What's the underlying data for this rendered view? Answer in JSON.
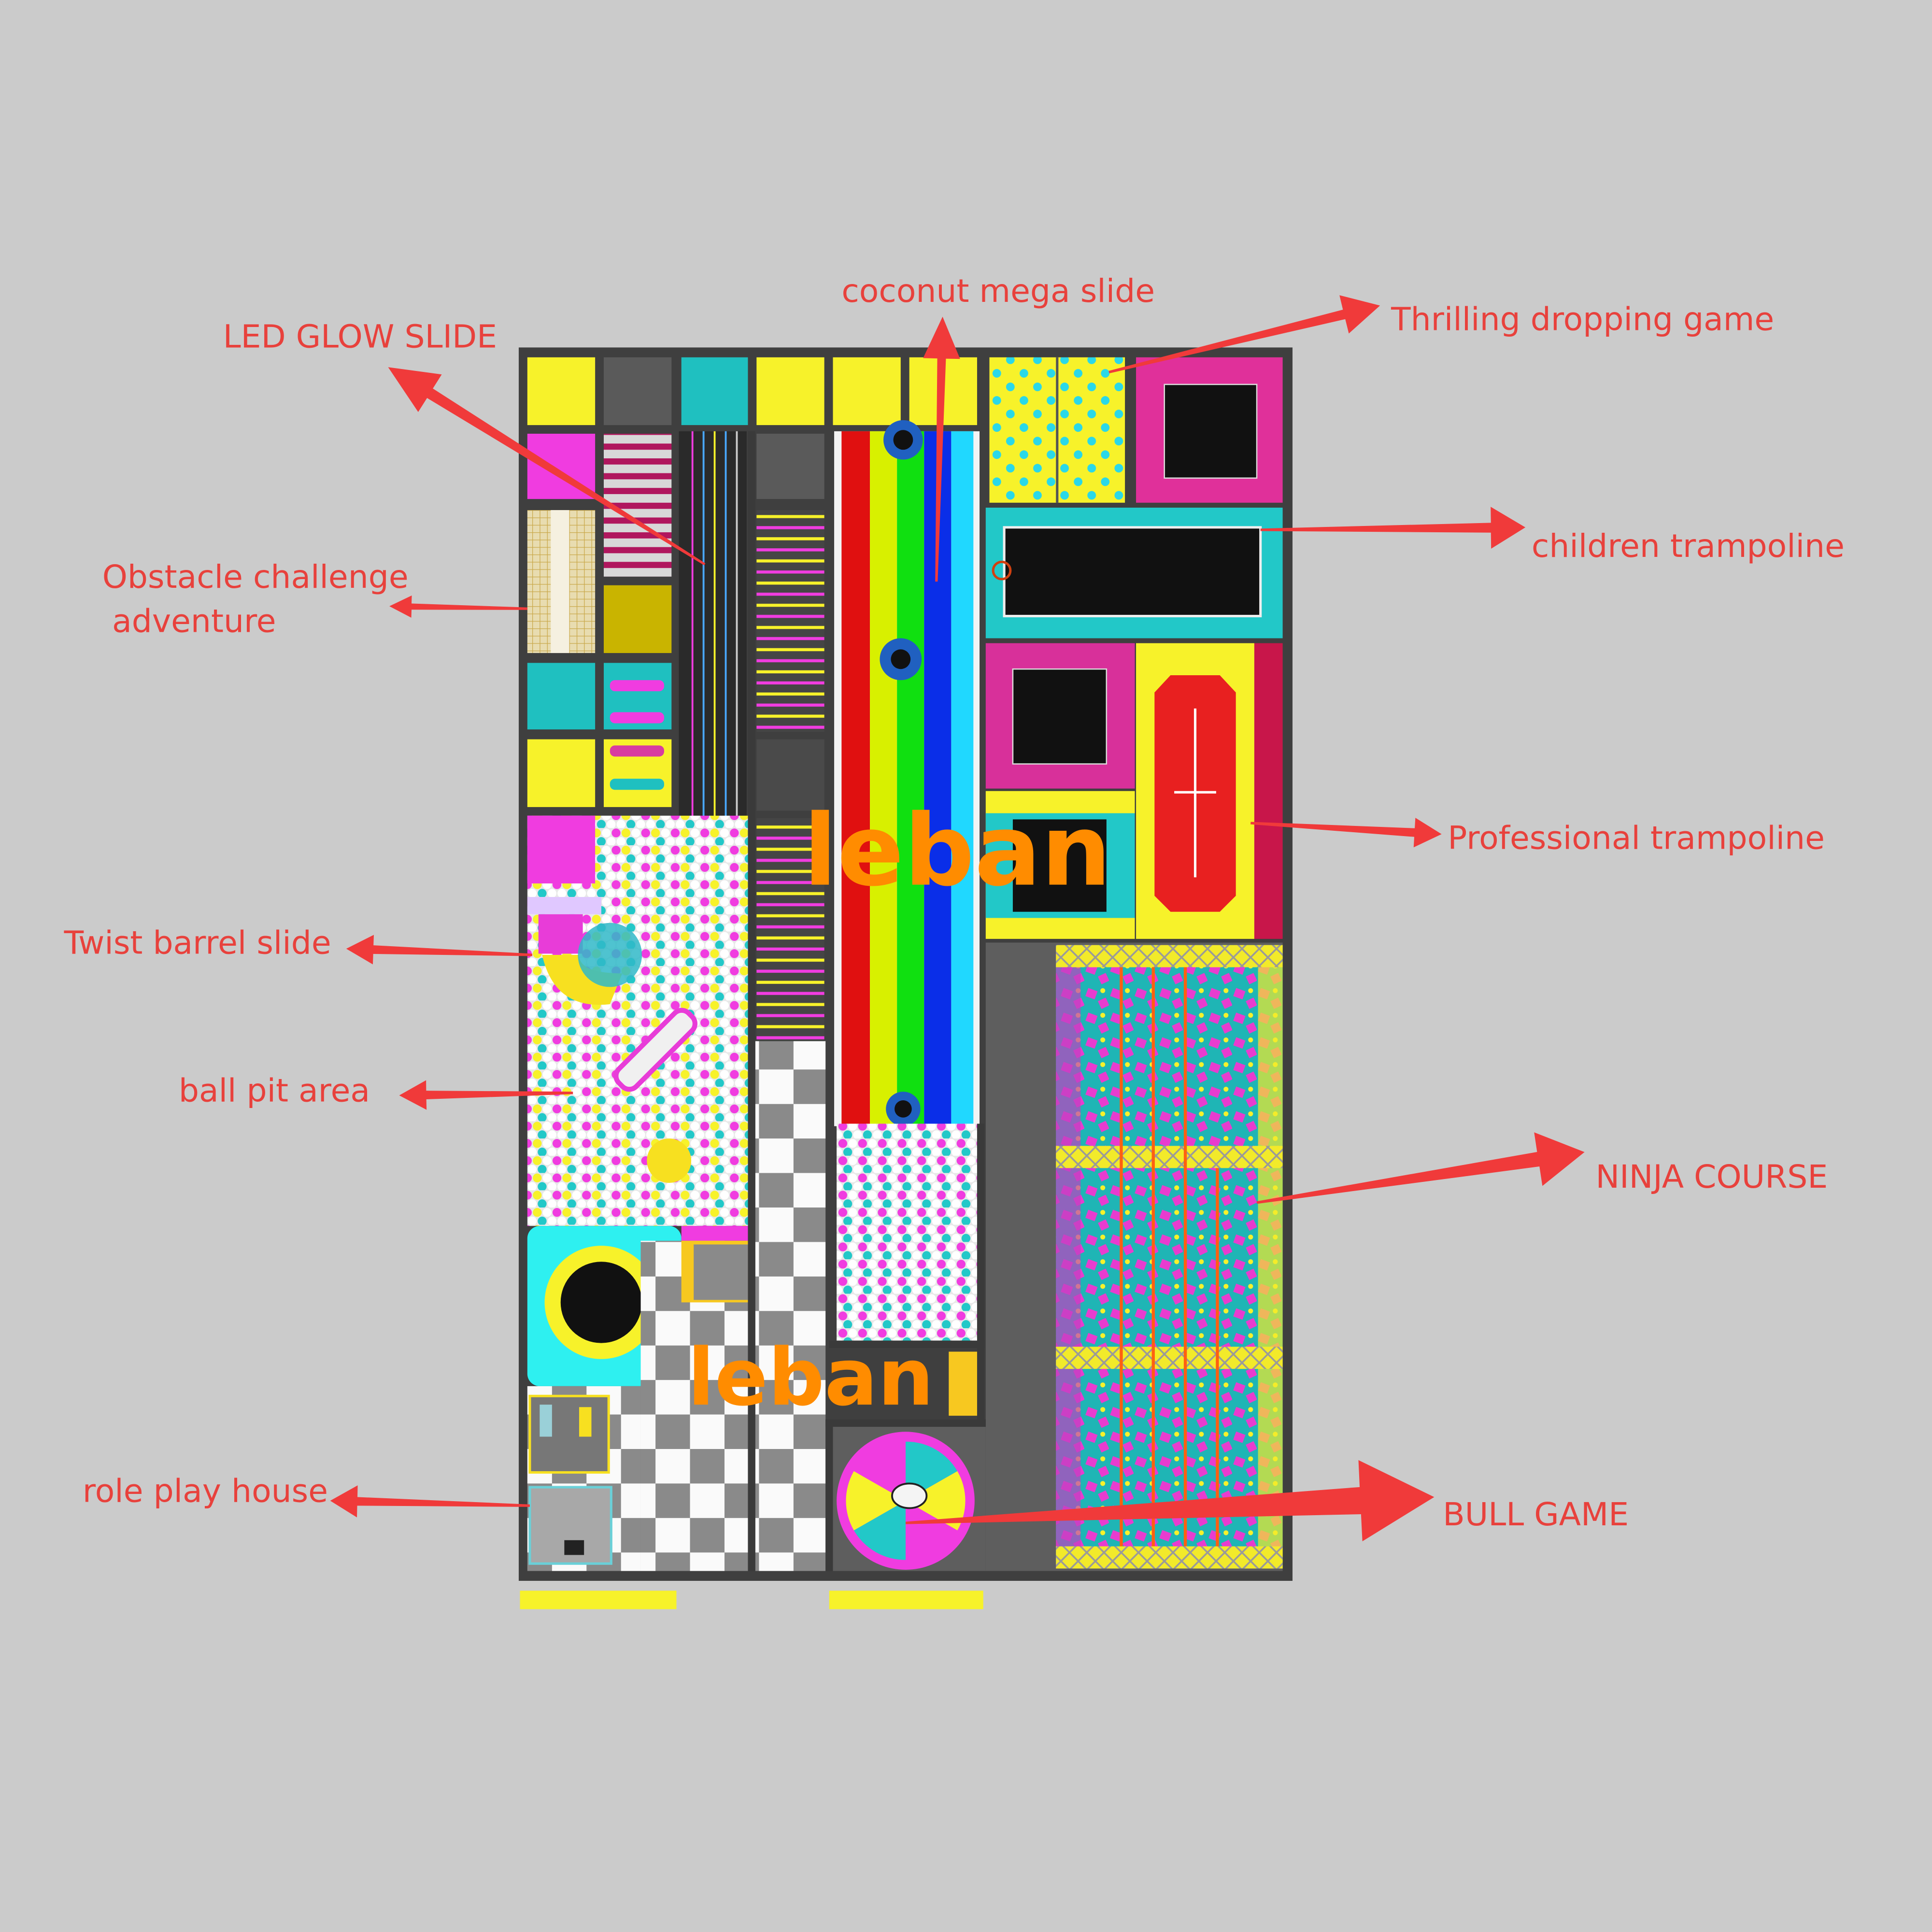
{
  "labels": {
    "coconut_mega_slide": "coconut mega slide",
    "led_glow_slide": "LED GLOW SLIDE",
    "thrilling_dropping_game": "Thrilling dropping game",
    "obstacle_line1": "Obstacle challenge",
    "obstacle_line2": "adventure",
    "children_trampoline": "children trampoline",
    "professional_trampoline": "Professional trampoline",
    "twist_barrel_slide": "Twist barrel slide",
    "ball_pit_area": "ball pit area",
    "ninja_course": "NINJA COURSE",
    "role_play_house": "role play house",
    "bull_game": "BULL GAME"
  },
  "logo": {
    "text": "leban"
  },
  "colors": {
    "annotation": "#e8413c",
    "background": "#cbcbcb",
    "wall": "#3f3f3f",
    "yellow": "#f7f22a",
    "magenta": "#f03ce0",
    "teal": "#22c8c8",
    "logo": "#ff8c00"
  }
}
